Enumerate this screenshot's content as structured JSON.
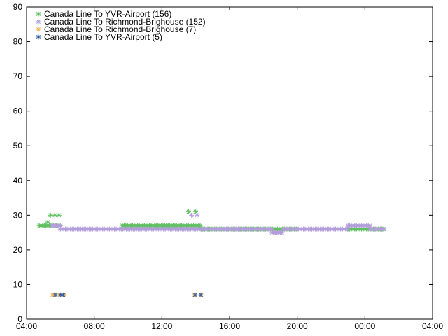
{
  "chart_data": {
    "type": "scatter",
    "title": "",
    "xlabel": "",
    "ylabel": "",
    "xlim": [
      "04:00",
      "04:00 (+1 day)"
    ],
    "ylim": [
      0,
      90
    ],
    "x_ticks": [
      "04:00",
      "08:00",
      "12:00",
      "16:00",
      "20:00",
      "00:00",
      "04:00"
    ],
    "y_ticks": [
      "0",
      "10",
      "20",
      "30",
      "40",
      "50",
      "60",
      "70",
      "80",
      "90"
    ],
    "grid": false,
    "legend_position": "top-left",
    "marker": "asterisk",
    "series": [
      {
        "name": "Canada Line To YVR-Airport (156)",
        "color": "#5fbf5f",
        "segments": [
          {
            "from": "04:45",
            "to": "05:30",
            "step_min": 6,
            "y": 27
          },
          {
            "from": "09:40",
            "to": "14:20",
            "step_min": 6,
            "y": 27
          },
          {
            "from": "14:20",
            "to": "20:00",
            "step_min": 6,
            "y": 26
          },
          {
            "from": "23:00",
            "to": "01:10",
            "step_min": 6,
            "y": 26
          }
        ],
        "points": [
          {
            "x": "05:15",
            "y": 28
          },
          {
            "x": "05:25",
            "y": 30
          },
          {
            "x": "05:40",
            "y": 30
          },
          {
            "x": "05:55",
            "y": 30
          },
          {
            "x": "13:35",
            "y": 31
          },
          {
            "x": "14:00",
            "y": 31
          },
          {
            "x": "05:45",
            "y": 27
          },
          {
            "x": "06:00",
            "y": 27
          }
        ]
      },
      {
        "name": "Canada Line To Richmond-Brighouse (152)",
        "color": "#b39ddb",
        "segments": [
          {
            "from": "05:30",
            "to": "06:00",
            "step_min": 6,
            "y": 27
          },
          {
            "from": "06:00",
            "to": "18:30",
            "step_min": 6,
            "y": 26
          },
          {
            "from": "18:30",
            "to": "19:10",
            "step_min": 6,
            "y": 25
          },
          {
            "from": "19:10",
            "to": "23:00",
            "step_min": 6,
            "y": 26
          },
          {
            "from": "23:00",
            "to": "00:20",
            "step_min": 6,
            "y": 27
          },
          {
            "from": "00:20",
            "to": "01:10",
            "step_min": 6,
            "y": 26
          }
        ],
        "points": [
          {
            "x": "13:45",
            "y": 30
          },
          {
            "x": "14:05",
            "y": 30
          }
        ]
      },
      {
        "name": "Canada Line To Richmond-Brighouse (7)",
        "color": "#f0b45a",
        "segments": [],
        "points": [
          {
            "x": "05:32",
            "y": 7
          },
          {
            "x": "05:38",
            "y": 7
          },
          {
            "x": "05:55",
            "y": 7
          },
          {
            "x": "06:05",
            "y": 7
          },
          {
            "x": "06:15",
            "y": 7
          },
          {
            "x": "13:55",
            "y": 7
          },
          {
            "x": "14:20",
            "y": 7
          }
        ]
      },
      {
        "name": "Canada Line To YVR-Airport (5)",
        "color": "#2c5aa0",
        "segments": [],
        "points": [
          {
            "x": "05:42",
            "y": 7
          },
          {
            "x": "06:00",
            "y": 7
          },
          {
            "x": "06:10",
            "y": 7
          },
          {
            "x": "13:58",
            "y": 7
          },
          {
            "x": "14:18",
            "y": 7
          }
        ]
      }
    ]
  }
}
